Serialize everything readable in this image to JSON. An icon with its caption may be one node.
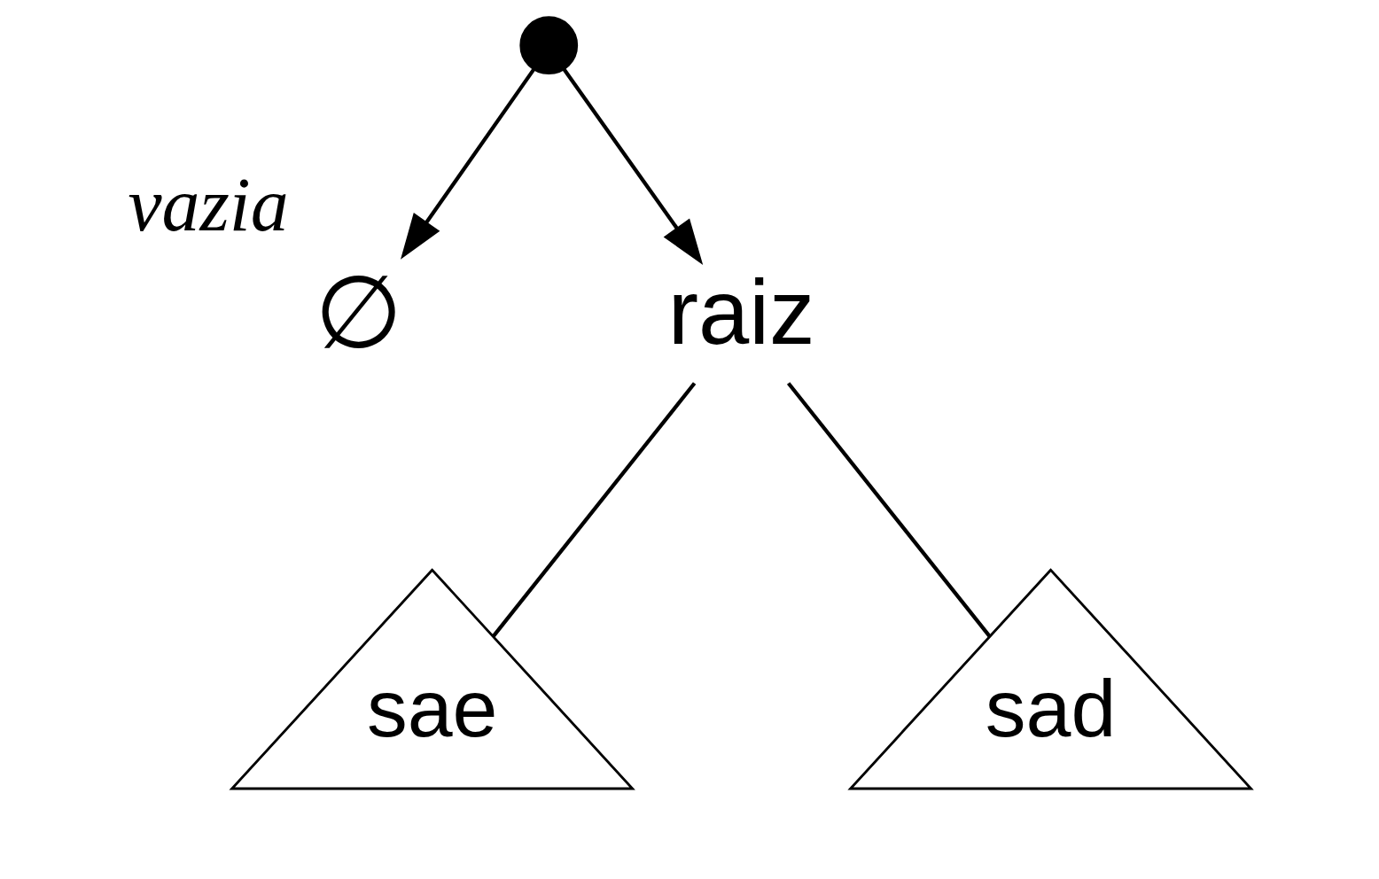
{
  "diagram": {
    "nodes": [
      {
        "text": [],
        "shape": "circle"
      },
      {
        "text": [
          "∅"
        ],
        "beside": [
          "vazia"
        ]
      },
      {
        "text": [
          "raiz"
        ]
      },
      {
        "text": [
          "sae"
        ]
      },
      {
        "text": [
          "sad"
        ]
      }
    ],
    "edges": [
      {
        "from": 0,
        "to": 1,
        "arrow": "to"
      },
      {
        "from": 0,
        "to": 2,
        "arrow": "to"
      },
      {
        "from": 2,
        "to": 3,
        "arrow": "none"
      },
      {
        "from": 2,
        "to": 4,
        "arrow": "none"
      }
    ]
  }
}
